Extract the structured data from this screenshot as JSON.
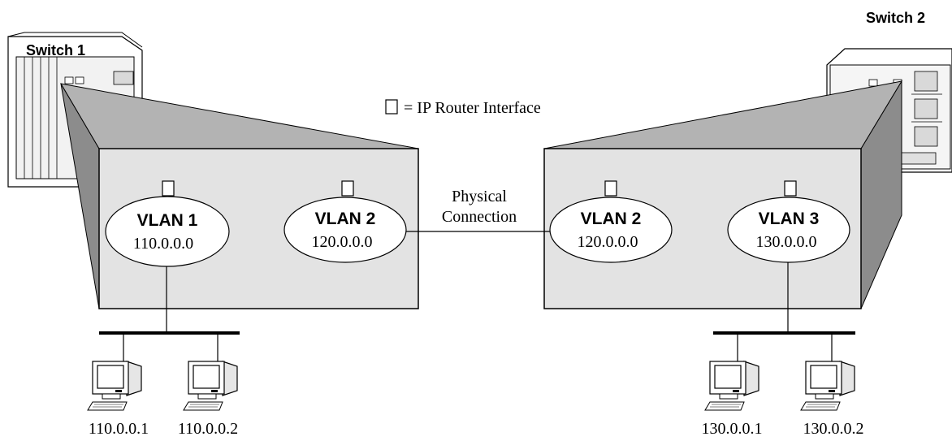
{
  "switches": {
    "switch1": {
      "label": "Switch 1"
    },
    "switch2": {
      "label": "Switch 2"
    }
  },
  "legend": {
    "label": "= IP Router Interface"
  },
  "link": {
    "line1": "Physical",
    "line2": "Connection"
  },
  "switch1_vlans": [
    {
      "name": "VLAN 1",
      "subnet": "110.0.0.0"
    },
    {
      "name": "VLAN 2",
      "subnet": "120.0.0.0"
    }
  ],
  "switch2_vlans": [
    {
      "name": "VLAN 2",
      "subnet": "120.0.0.0"
    },
    {
      "name": "VLAN 3",
      "subnet": "130.0.0.0"
    }
  ],
  "hosts": [
    {
      "ip": "110.0.0.1"
    },
    {
      "ip": "110.0.0.2"
    },
    {
      "ip": "130.0.0.1"
    },
    {
      "ip": "130.0.0.2"
    }
  ]
}
